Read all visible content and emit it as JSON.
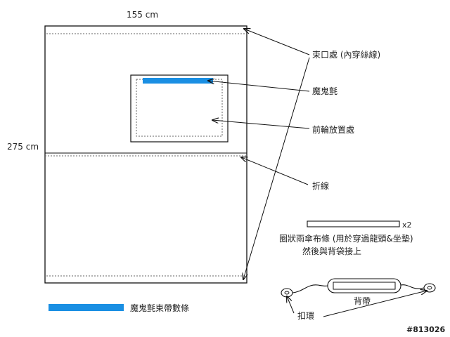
{
  "dimensions": {
    "width_label": "155 cm",
    "height_label": "275 cm"
  },
  "labels": {
    "drawstring": "束口處 (內穿絲線)",
    "velcro": "魔鬼氈",
    "front_wheel": "前輪放置處",
    "fold_line": "折線",
    "strap_count": "x2",
    "umbrella_strip_line1": "圈狀雨傘布條 (用於穿過龍頭&坐墊)",
    "umbrella_strip_line2": "然後與背袋接上",
    "shoulder_strap": "背帶",
    "ring": "扣環",
    "velcro_legend": "魔鬼氈束帶數條",
    "watermark": "#813026"
  },
  "colors": {
    "velcro_blue": "#1a8fe3",
    "line": "#111111"
  }
}
